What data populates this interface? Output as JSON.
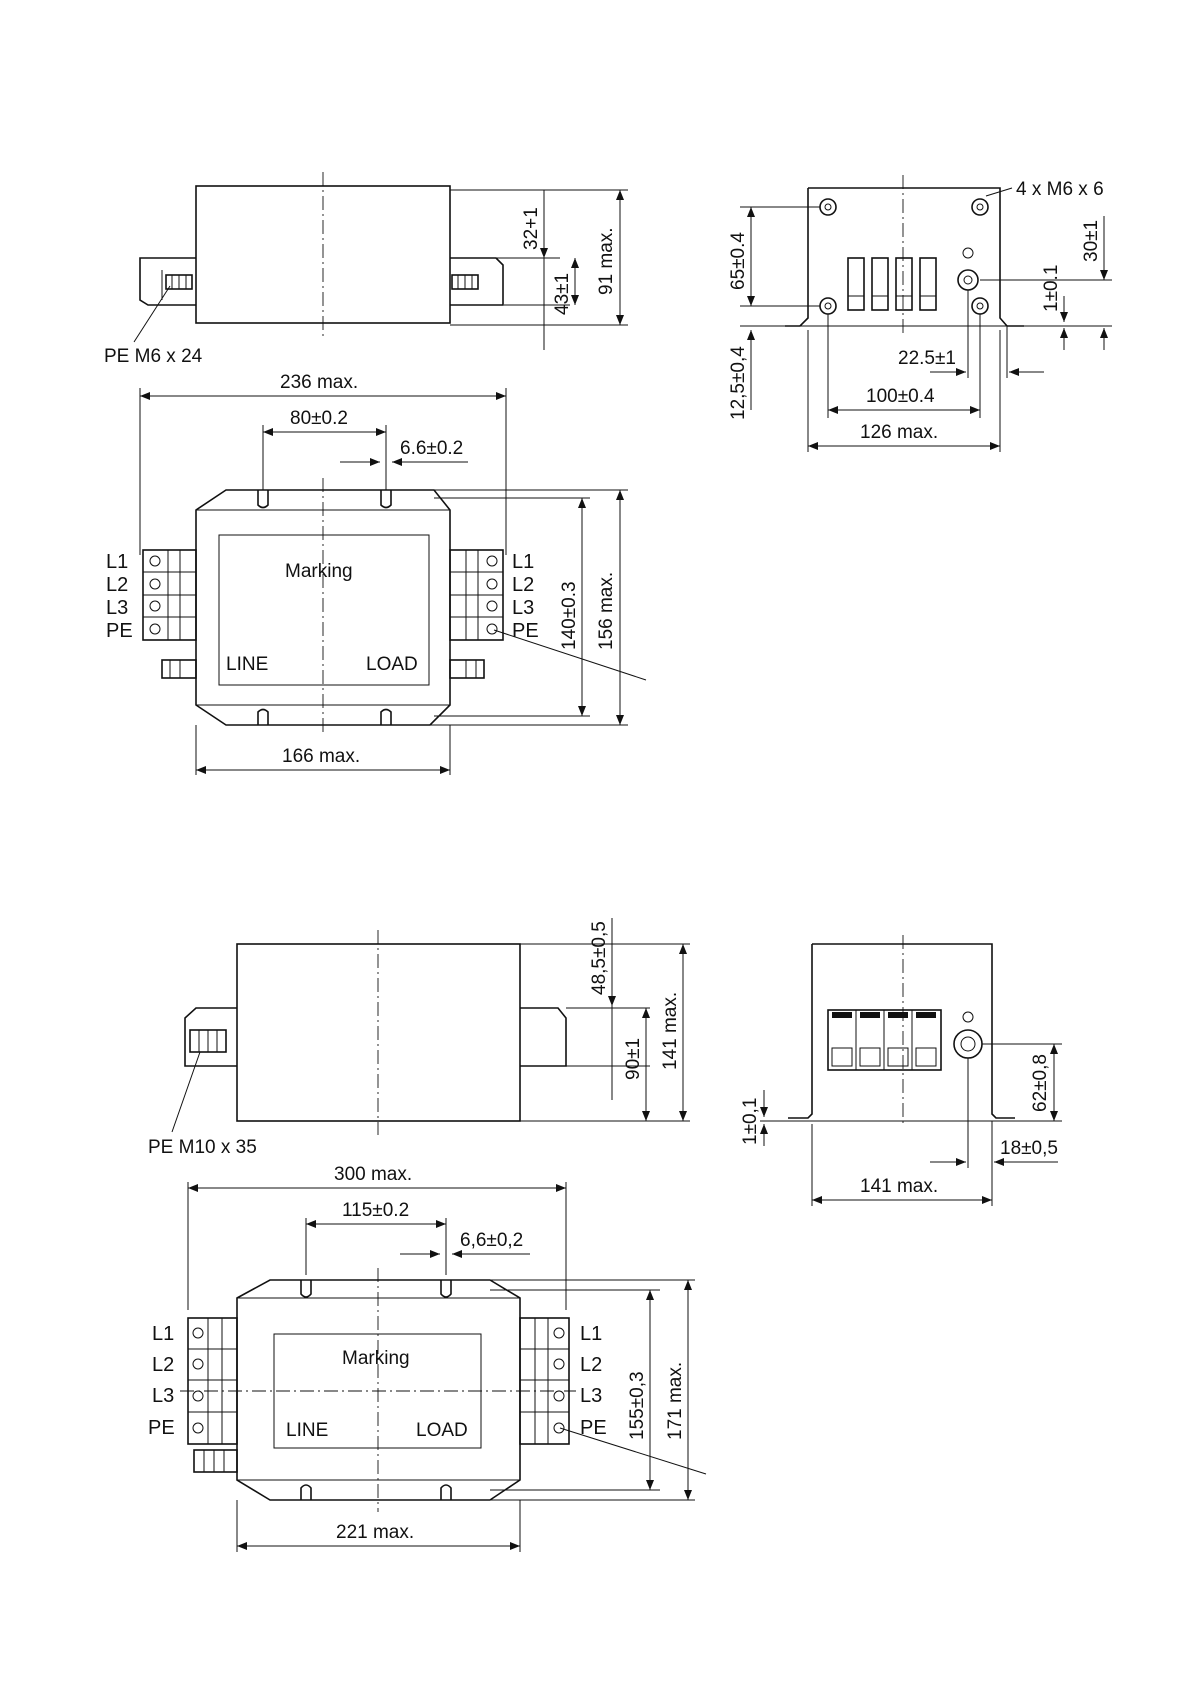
{
  "drawing_1": {
    "pe_bolt": "PE M6 x 24",
    "dim_32": "32+1",
    "dim_43": "43±1",
    "dim_91": "91 max.",
    "dim_236": "236 max.",
    "dim_80": "80±0.2",
    "dim_6_6": "6.6±0.2",
    "dim_140": "140±0.3",
    "dim_156": "156 max.",
    "dim_166": "166 max.",
    "marking": "Marking",
    "line": "LINE",
    "load": "LOAD",
    "terminals_left": [
      "L1",
      "L2",
      "L3",
      "PE"
    ],
    "terminals_right": [
      "L1",
      "L2",
      "L3",
      "PE"
    ],
    "screw": "4 x M6 x 6",
    "dim_65": "65±0.4",
    "dim_12_5": "12,5±0,4",
    "dim_30": "30±1",
    "dim_1": "1±0.1",
    "dim_22_5": "22.5±1",
    "dim_100": "100±0.4",
    "dim_126": "126 max."
  },
  "drawing_2": {
    "pe_bolt": "PE M10 x 35",
    "dim_48_5": "48,5±0,5",
    "dim_90": "90±1",
    "dim_141h": "141 max.",
    "dim_300": "300 max.",
    "dim_115": "115±0.2",
    "dim_6_6": "6,6±0,2",
    "dim_155": "155±0,3",
    "dim_171": "171 max.",
    "dim_221": "221 max.",
    "marking": "Marking",
    "line": "LINE",
    "load": "LOAD",
    "terminals_left": [
      "L1",
      "L2",
      "L3",
      "PE"
    ],
    "terminals_right": [
      "L1",
      "L2",
      "L3",
      "PE"
    ],
    "dim_1": "1±0,1",
    "dim_62": "62±0,8",
    "dim_18": "18±0,5",
    "dim_141w": "141 max."
  }
}
